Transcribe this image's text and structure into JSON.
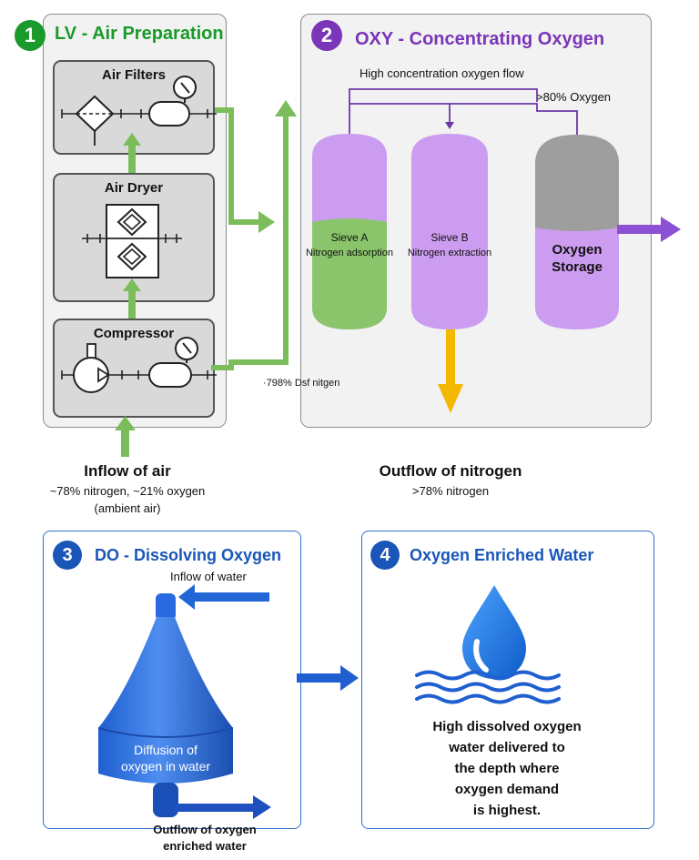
{
  "colors": {
    "green": "#1a9a2a",
    "purple": "#7b35b8",
    "blue": "#1a56b8",
    "arrow_green": "#7bbd5a",
    "arrow_purple": "#8b50d4",
    "arrow_yellow": "#f5b800",
    "arrow_blue": "#1f5fcf"
  },
  "section1": {
    "number": "1",
    "title": "LV - Air Preparation",
    "air_filters": "Air Filters",
    "air_dryer": "Air Dryer",
    "compressor": "Compressor"
  },
  "section2": {
    "number": "2",
    "title": "OXY - Concentrating Oxygen",
    "flow_label": "High concentration oxygen flow",
    "oxygen_pct": ">80% Oxygen",
    "sieve_a_name": "Sieve A",
    "sieve_a_desc": "Nitrogen adsorption",
    "sieve_b_name": "Sieve B",
    "sieve_b_desc": "Nitrogen extraction",
    "storage_line1": "Oxygen",
    "storage_line2": "Storage",
    "nitrogen_note": "·798% Dsf nitgen"
  },
  "inflow_air": {
    "title": "Inflow of air",
    "line1": "~78% nitrogen, ~21% oxygen",
    "line2": "(ambient air)"
  },
  "outflow_nitrogen": {
    "title": "Outflow of nitrogen",
    "line1": ">78% nitrogen"
  },
  "section3": {
    "number": "3",
    "title": "DO - Dissolving Oxygen",
    "inflow_water": "Inflow of water",
    "diffusion_line1": "Diffusion of",
    "diffusion_line2": "oxygen in water",
    "outflow_line1": "Outflow of oxygen",
    "outflow_line2": "enriched water"
  },
  "section4": {
    "number": "4",
    "title": "Oxygen Enriched Water",
    "desc_line1": "High dissolved oxygen",
    "desc_line2": "water delivered to",
    "desc_line3": "the depth where",
    "desc_line4": "oxygen demand",
    "desc_line5": "is highest."
  },
  "icons": [
    "gauge-icon",
    "filter-icon",
    "dryer-icon",
    "pump-icon",
    "water-drop-icon",
    "waves-icon"
  ]
}
